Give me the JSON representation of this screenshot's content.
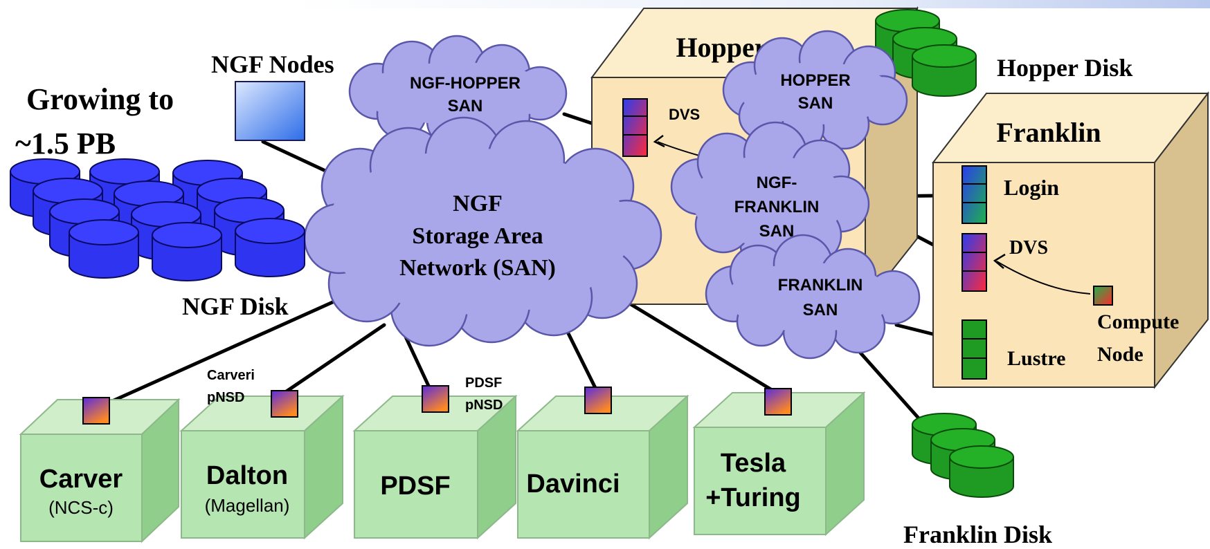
{
  "title_note": {
    "line1": "Growing to",
    "line2": "~1.5 PB"
  },
  "labels": {
    "ngf_nodes": "NGF Nodes",
    "ngf_disk": "NGF Disk",
    "hopper_disk": "Hopper Disk",
    "franklin_disk": "Franklin Disk"
  },
  "clouds": {
    "ngf_san": {
      "line1": "NGF",
      "line2": "Storage Area",
      "line3": "Network (SAN)"
    },
    "ngf_hopper_san": {
      "line1": "NGF-HOPPER",
      "line2": "SAN"
    },
    "hopper_san": {
      "line1": "HOPPER",
      "line2": "SAN"
    },
    "ngf_franklin_san": {
      "line1": "NGF-",
      "line2": "FRANKLIN",
      "line3": "SAN"
    },
    "franklin_san": {
      "line1": "FRANKLIN",
      "line2": "SAN"
    }
  },
  "hopper": {
    "title": "Hopper",
    "dvs": "DVS"
  },
  "franklin": {
    "title": "Franklin",
    "login": "Login",
    "dvs": "DVS",
    "lustre": "Lustre",
    "compute_line1": "Compute",
    "compute_line2": "Node"
  },
  "systems": {
    "carver": {
      "name": "Carver",
      "sub": "(NCS-c)"
    },
    "dalton": {
      "name": "Dalton",
      "sub": "(Magellan)",
      "pnsd_line1": "Carveri",
      "pnsd_line2": "pNSD"
    },
    "pdsf": {
      "name": "PDSF",
      "pnsd_line1": "PDSF",
      "pnsd_line2": "pNSD"
    },
    "davinci": {
      "name": "Davinci"
    },
    "tesla": {
      "line1": "Tesla",
      "line2": "+Turing"
    }
  },
  "colors": {
    "cloud_fill": "#a9a6ea",
    "cloud_stroke": "#5a57a8",
    "hopper_box": "#fbe5b8",
    "green_box": "#b5e6b1",
    "disk_blue": "#2f34f0",
    "disk_green": "#1fa21f"
  }
}
